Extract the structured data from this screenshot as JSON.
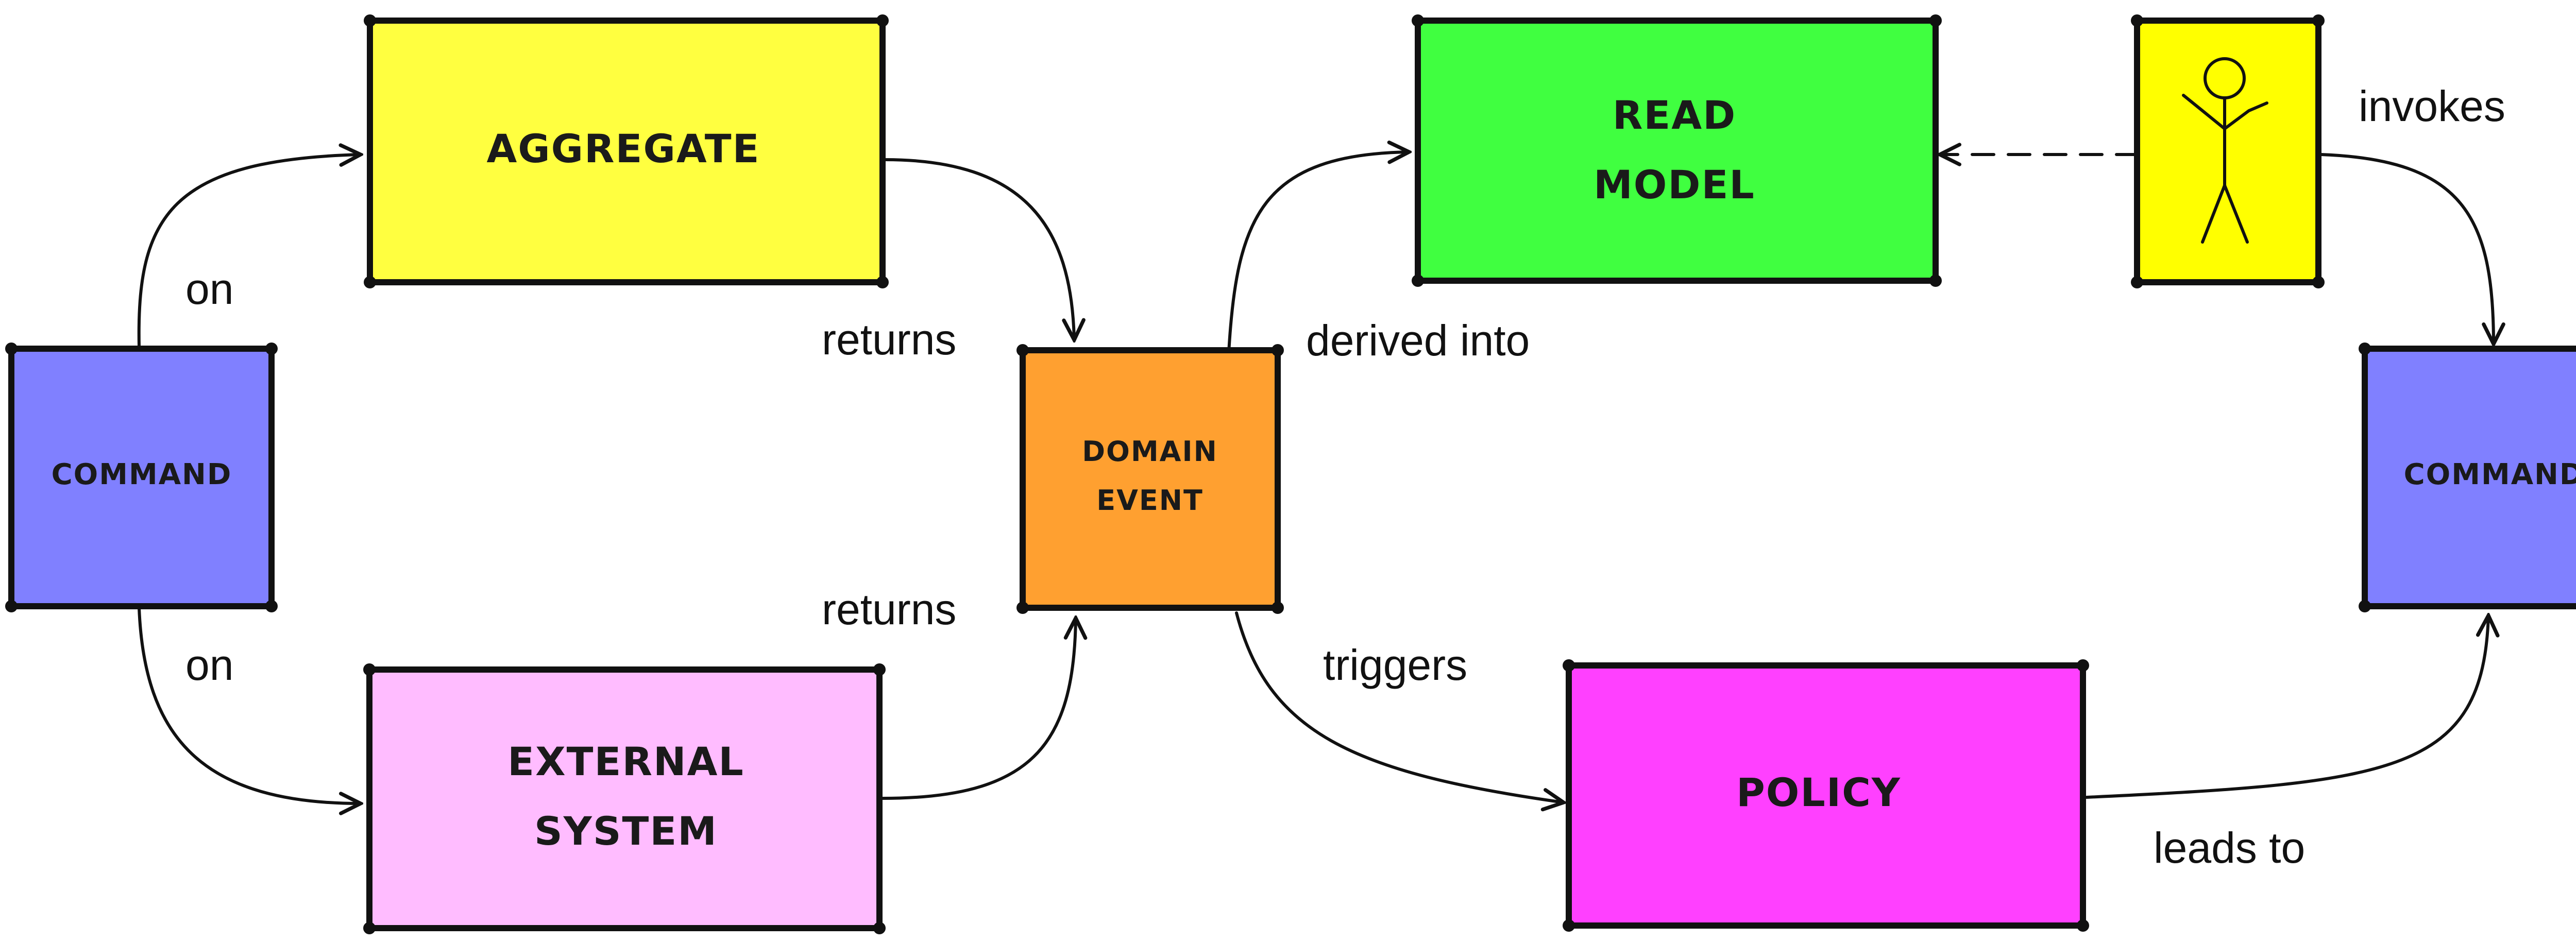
{
  "colors": {
    "command": "#8080ff",
    "aggregate": "#ffff40",
    "external_system": "#ffbcff",
    "domain_event": "#ffa030",
    "read_model": "#40ff40",
    "actor": "#ffff00",
    "policy": "#ff40ff",
    "line": "#111111"
  },
  "nodes": {
    "command_left": {
      "label": "COMMAND"
    },
    "aggregate": {
      "line1": "AGGREGATE"
    },
    "external_system": {
      "line1": "EXTERNAL",
      "line2": "SYSTEM"
    },
    "domain_event": {
      "line1": "DOMAIN",
      "line2": "EVENT"
    },
    "read_model": {
      "line1": "READ",
      "line2": "MODEL"
    },
    "actor": {
      "icon": "stick-figure-icon"
    },
    "command_right": {
      "label": "COMMAND"
    },
    "policy": {
      "line1": "POLICY"
    }
  },
  "edges": {
    "cmd_to_aggregate": "on",
    "cmd_to_external": "on",
    "aggregate_returns": "returns",
    "external_returns": "returns",
    "event_to_read_model": "derived into",
    "event_to_policy": "triggers",
    "actor_invokes": "invokes",
    "policy_leads_to": "leads to"
  }
}
